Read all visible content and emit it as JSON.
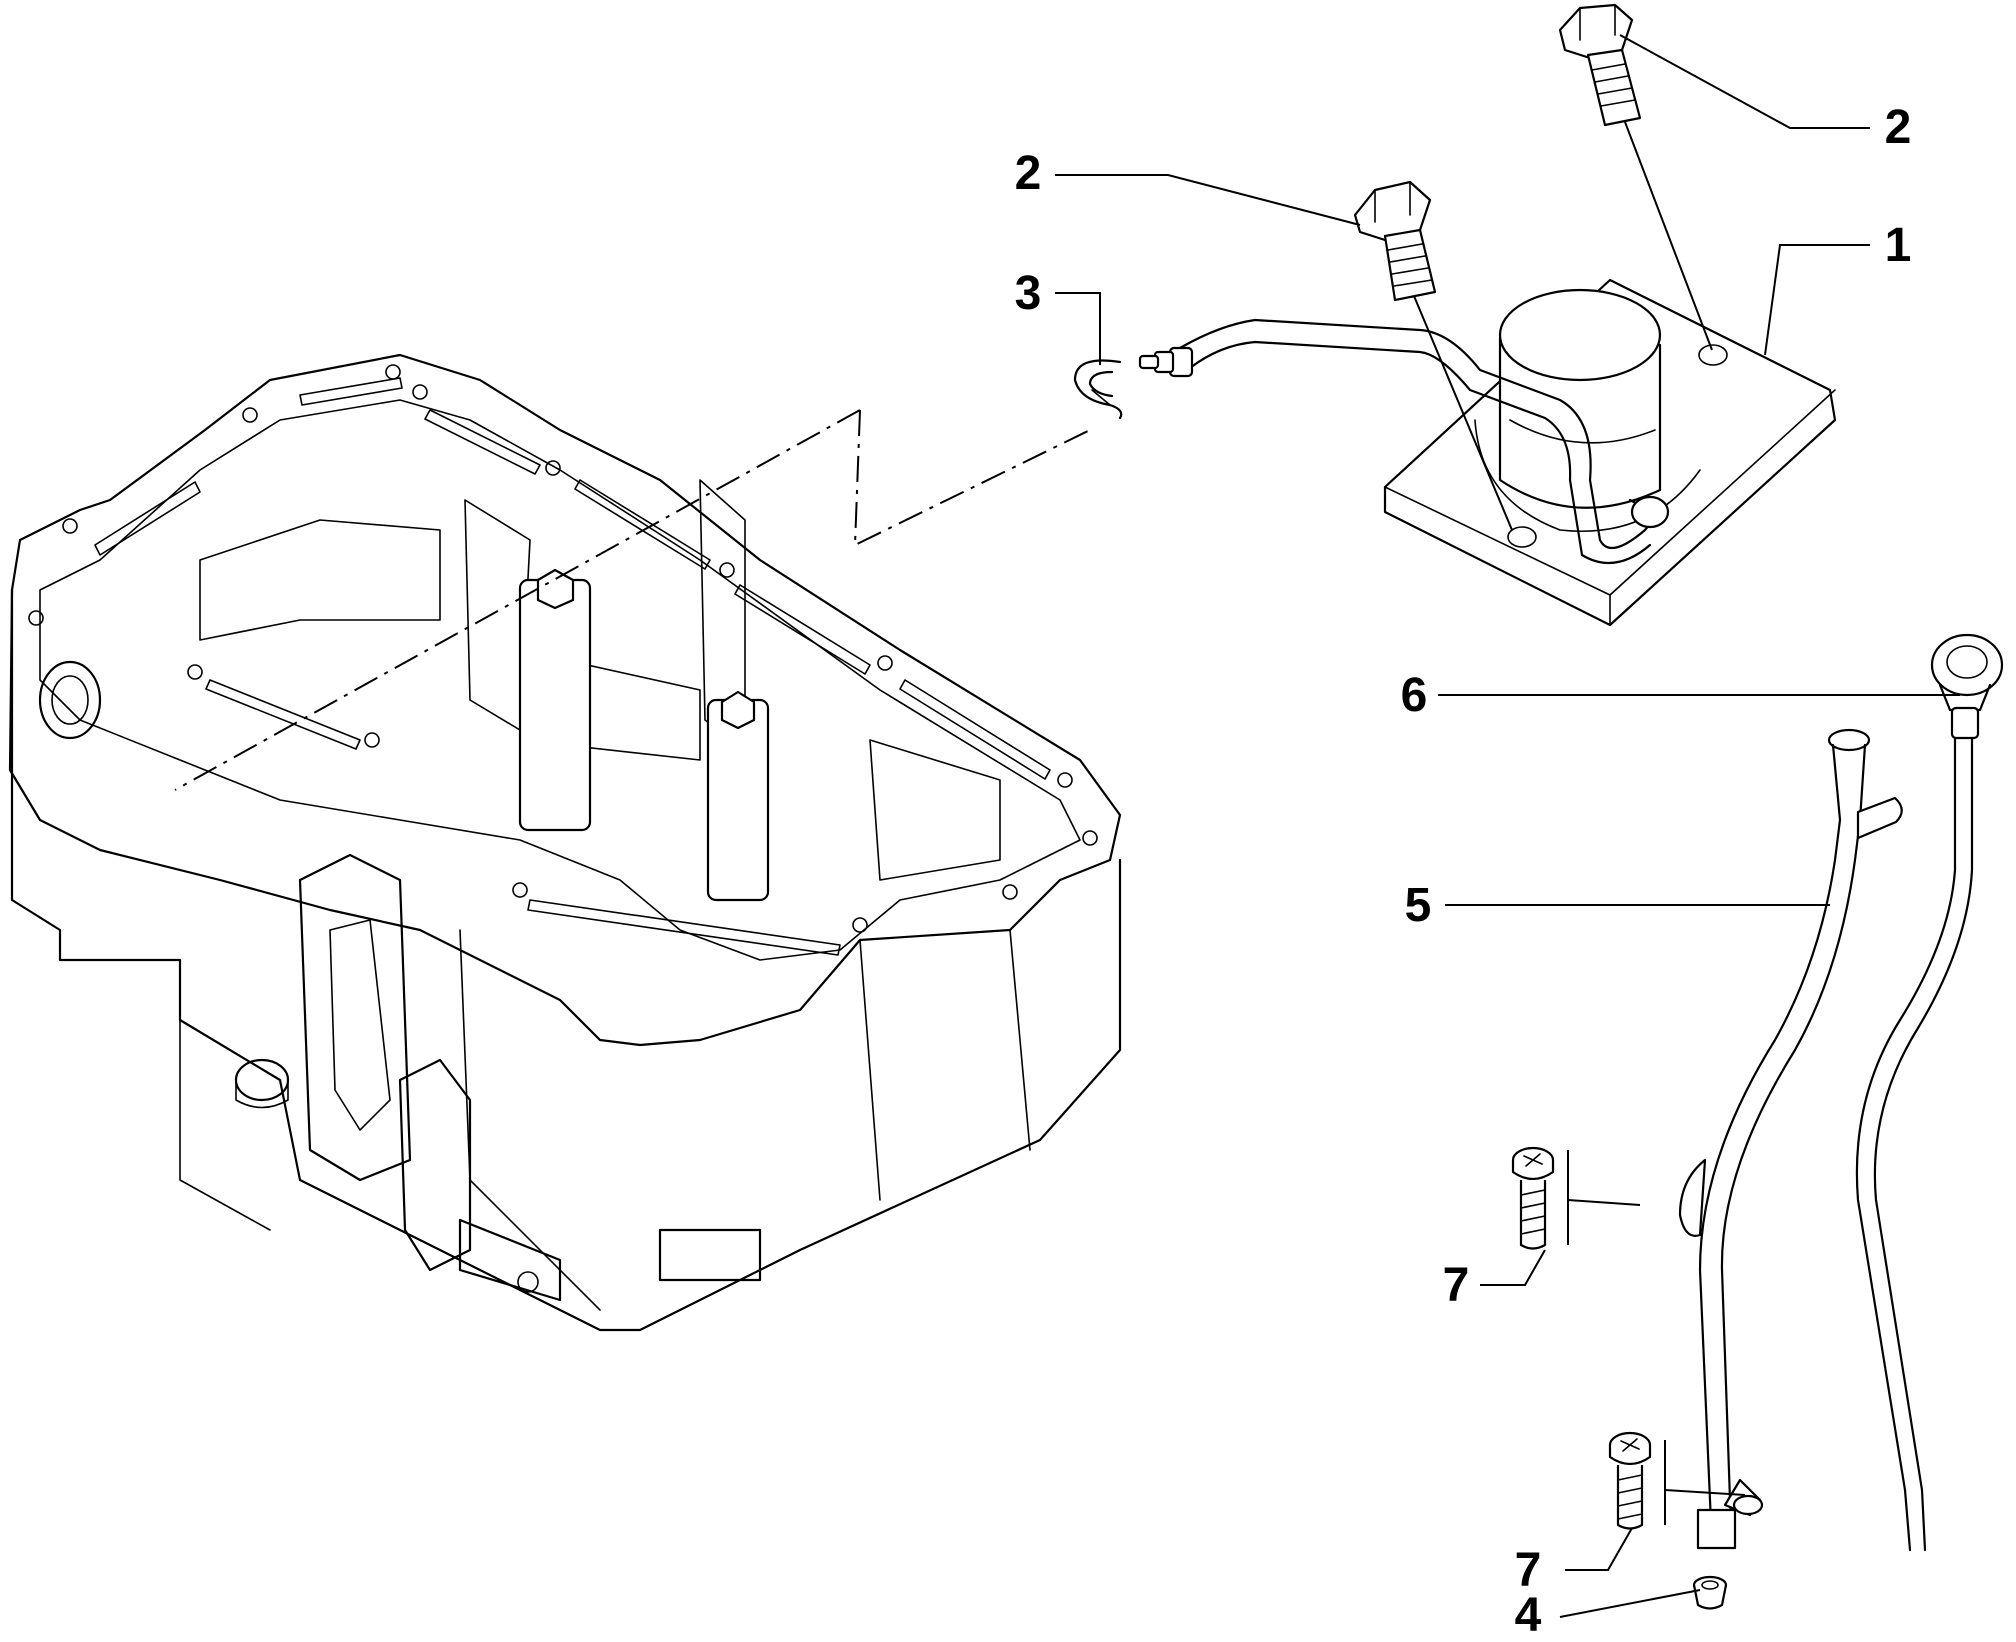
{
  "callouts": [
    {
      "id": "c2a",
      "text": "2"
    },
    {
      "id": "c2b",
      "text": "2"
    },
    {
      "id": "c1",
      "text": "1"
    },
    {
      "id": "c3",
      "text": "3"
    },
    {
      "id": "c6",
      "text": "6"
    },
    {
      "id": "c5",
      "text": "5"
    },
    {
      "id": "c7a",
      "text": "7"
    },
    {
      "id": "c7b",
      "text": "7"
    },
    {
      "id": "c4",
      "text": "4"
    }
  ]
}
